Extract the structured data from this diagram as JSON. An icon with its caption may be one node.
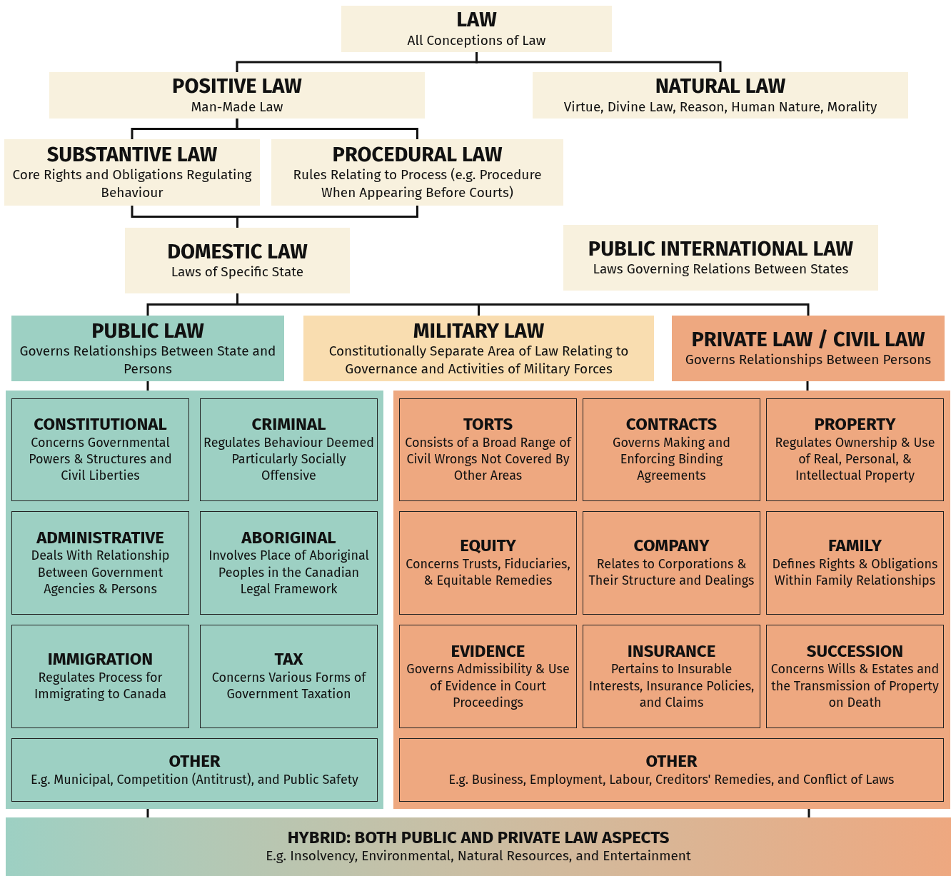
{
  "diagram": {
    "nodes": [
      {
        "text": [
          "LAW",
          "All Conceptions of Law"
        ]
      },
      {
        "text": [
          "POSITIVE LAW",
          "Man-Made Law"
        ]
      },
      {
        "text": [
          "NATURAL LAW",
          "Virtue, Divine Law, Reason, Human Nature, Morality"
        ]
      },
      {
        "text": [
          "SUBSTANTIVE LAW",
          "Core Rights and Obligations Regulating Behaviour"
        ]
      },
      {
        "text": [
          "PROCEDURAL LAW",
          "Rules Relating to Process (e.g. Procedure When Appearing Before Courts)"
        ]
      },
      {
        "text": [
          "DOMESTIC LAW",
          "Laws of Specific State"
        ]
      },
      {
        "text": [
          "PUBLIC INTERNATIONAL LAW",
          "Laws Governing Relations Between States"
        ]
      },
      {
        "text": [
          "PUBLIC LAW",
          "Governs Relationships Between State and Persons"
        ]
      },
      {
        "text": [
          "MILITARY LAW",
          "Constitutionally Separate Area of Law Relating to Governance and Activities of Military Forces"
        ]
      },
      {
        "text": [
          "PRIVATE LAW / CIVIL LAW",
          "Governs Relationships Between Persons"
        ]
      },
      {
        "text": [],
        "shape": "box"
      },
      {
        "text": [
          "CONSTITUTIONAL",
          "Concerns Governmental Powers & Structures and Civil Liberties"
        ],
        "in": 10
      },
      {
        "text": [
          "CRIMINAL",
          "Regulates Behaviour Deemed Particularly Socially Offensive"
        ],
        "in": 10
      },
      {
        "text": [
          "ADMINISTRATIVE",
          "Deals With Relationship Between Government Agencies & Persons"
        ],
        "in": 10
      },
      {
        "text": [
          "ABORIGINAL",
          "Involves Place of Aboriginal Peoples in the Canadian Legal Framework"
        ],
        "in": 10
      },
      {
        "text": [
          "IMMIGRATION",
          "Regulates Process for Immigrating to Canada"
        ],
        "in": 10
      },
      {
        "text": [
          "TAX",
          "Concerns Various Forms of Government Taxation"
        ],
        "in": 10
      },
      {
        "text": [
          "OTHER",
          "E.g. Municipal, Competition (Antitrust), and Public Safety"
        ],
        "in": 10
      },
      {
        "text": [],
        "shape": "box"
      },
      {
        "text": [
          "TORTS",
          "Consists of a Broad Range of Civil Wrongs Not Covered By Other Areas"
        ],
        "in": 18
      },
      {
        "text": [
          "CONTRACTS",
          "Governs Making and Enforcing Binding Agreements"
        ],
        "in": 18
      },
      {
        "text": [
          "PROPERTY",
          "Regulates Ownership & Use of Real, Personal, & Intellectual Property"
        ],
        "in": 18
      },
      {
        "text": [
          "EQUITY",
          "Concerns Trusts, Fiduciaries, & Equitable Remedies"
        ],
        "in": 18
      },
      {
        "text": [
          "COMPANY",
          "Relates to Corporations & Their Structure and Dealings"
        ],
        "in": 18
      },
      {
        "text": [
          "FAMILY",
          "Defines Rights & Obligations Within Family Relationships"
        ],
        "in": 18
      },
      {
        "text": [
          "EVIDENCE",
          "Governs Admissibility & Use of Evidence in Court Proceedings"
        ],
        "in": 18
      },
      {
        "text": [
          "INSURANCE",
          "Pertains to Insurable Interests, Insurance Policies, and Claims"
        ],
        "in": 18
      },
      {
        "text": [
          "SUCCESSION",
          "Concerns Wills & Estates and the Transmission of Property on Death"
        ],
        "in": 18
      },
      {
        "text": [
          "OTHER",
          "E.g. Business, Employment, Labour, Creditors' Remedies, and Conflict of Laws"
        ],
        "in": 18
      },
      {
        "text": [
          "HYBRID: BOTH PUBLIC AND PRIVATE LAW ASPECTS",
          "E.g. Insolvency, Environmental, Natural Resources, and Entertainment"
        ]
      }
    ],
    "edges": [
      {
        "from": 0,
        "to": 1,
        "arrow": "none"
      },
      {
        "from": 0,
        "to": 2,
        "arrow": "none"
      },
      {
        "from": 1,
        "to": 3,
        "arrow": "none"
      },
      {
        "from": 1,
        "to": 4,
        "arrow": "none"
      },
      {
        "from": 3,
        "to": 5,
        "arrow": "none"
      },
      {
        "from": 4,
        "to": 5,
        "arrow": "none"
      },
      {
        "from": 5,
        "to": 7,
        "arrow": "none"
      },
      {
        "from": 5,
        "to": 8,
        "arrow": "none"
      },
      {
        "from": 5,
        "to": 9,
        "arrow": "none"
      },
      {
        "from": 7,
        "to": 10,
        "arrow": "none"
      },
      {
        "from": 9,
        "to": 18,
        "arrow": "none"
      },
      {
        "from": 10,
        "to": 29,
        "arrow": "none"
      },
      {
        "from": 18,
        "to": 29,
        "arrow": "none"
      }
    ]
  }
}
